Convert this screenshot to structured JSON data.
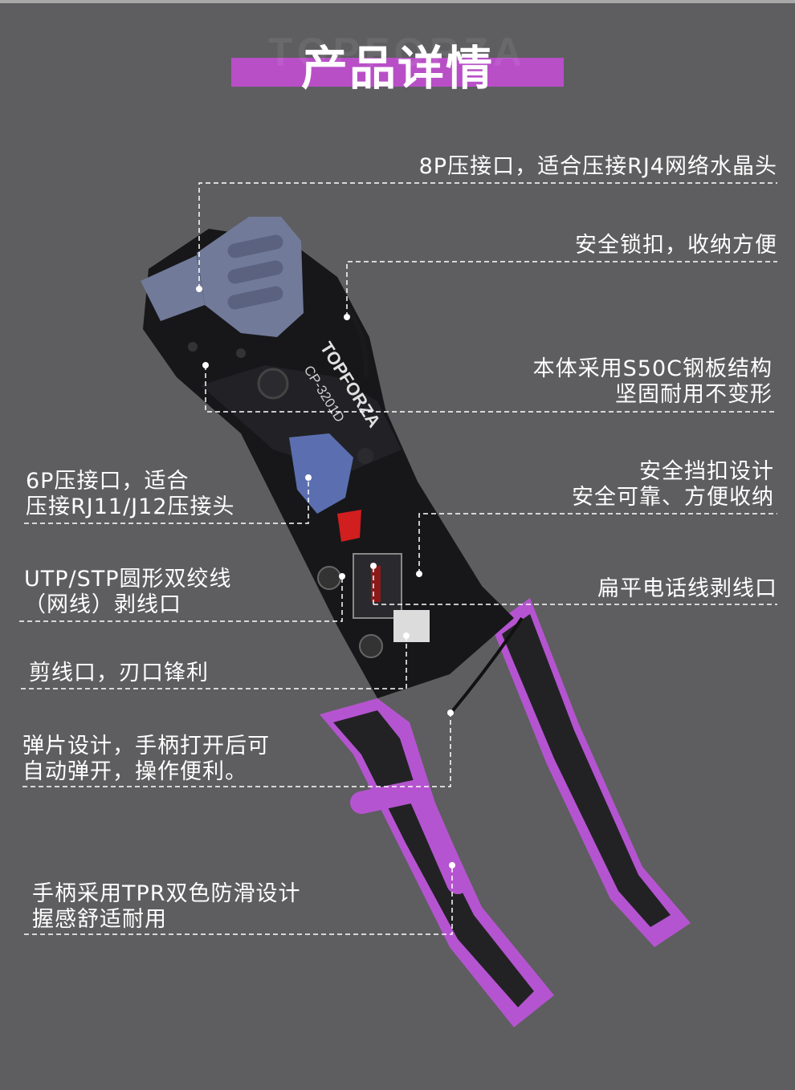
{
  "page": {
    "title": "产品详情",
    "title_ghost": "TOPFORZA",
    "accent_color": "#b84fc7",
    "background_color": "#5e5e60"
  },
  "tool": {
    "brand_mark": "TOPFORZA",
    "model": "CP-3201D"
  },
  "callouts": {
    "rj45_port": "8P压接口，适合压接RJ4网络水晶头",
    "safety_lock": "安全锁扣，收纳方便",
    "body_line1": "本体采用S50C钢板结构",
    "body_line2": "坚固耐用不变形",
    "safety_stop_line1": "安全挡扣设计",
    "safety_stop_line2": "安全可靠、方便收纳",
    "rj11_line1": "6P压接口，适合",
    "rj11_line2": "压接RJ11/J12压接头",
    "utp_line1": "UTP/STP圆形双绞线",
    "utp_line2": "（网线）剥线口",
    "flat_stripper": "扁平电话线剥线口",
    "cutter": "剪线口，刃口锋利",
    "spring_line1": "弹片设计，手柄打开后可",
    "spring_line2": "自动弹开，操作便利。",
    "handle_line1": "手柄采用TPR双色防滑设计",
    "handle_line2": "握感舒适耐用"
  }
}
